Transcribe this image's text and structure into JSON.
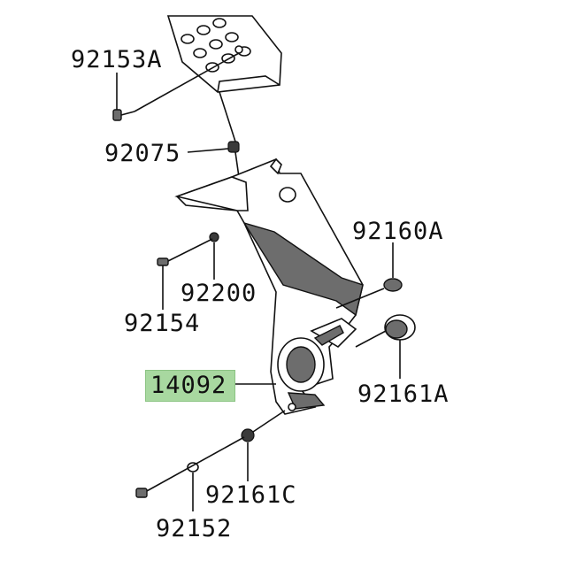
{
  "diagram": {
    "highlight_color": "#a8d8a0",
    "labels": {
      "p92153A": "92153A",
      "p92075": "92075",
      "p92160A": "92160A",
      "p92200": "92200",
      "p92154": "92154",
      "p14092": "14092",
      "p92161A": "92161A",
      "p92161C": "92161C",
      "p92152": "92152"
    },
    "highlighted_part": "14092"
  }
}
